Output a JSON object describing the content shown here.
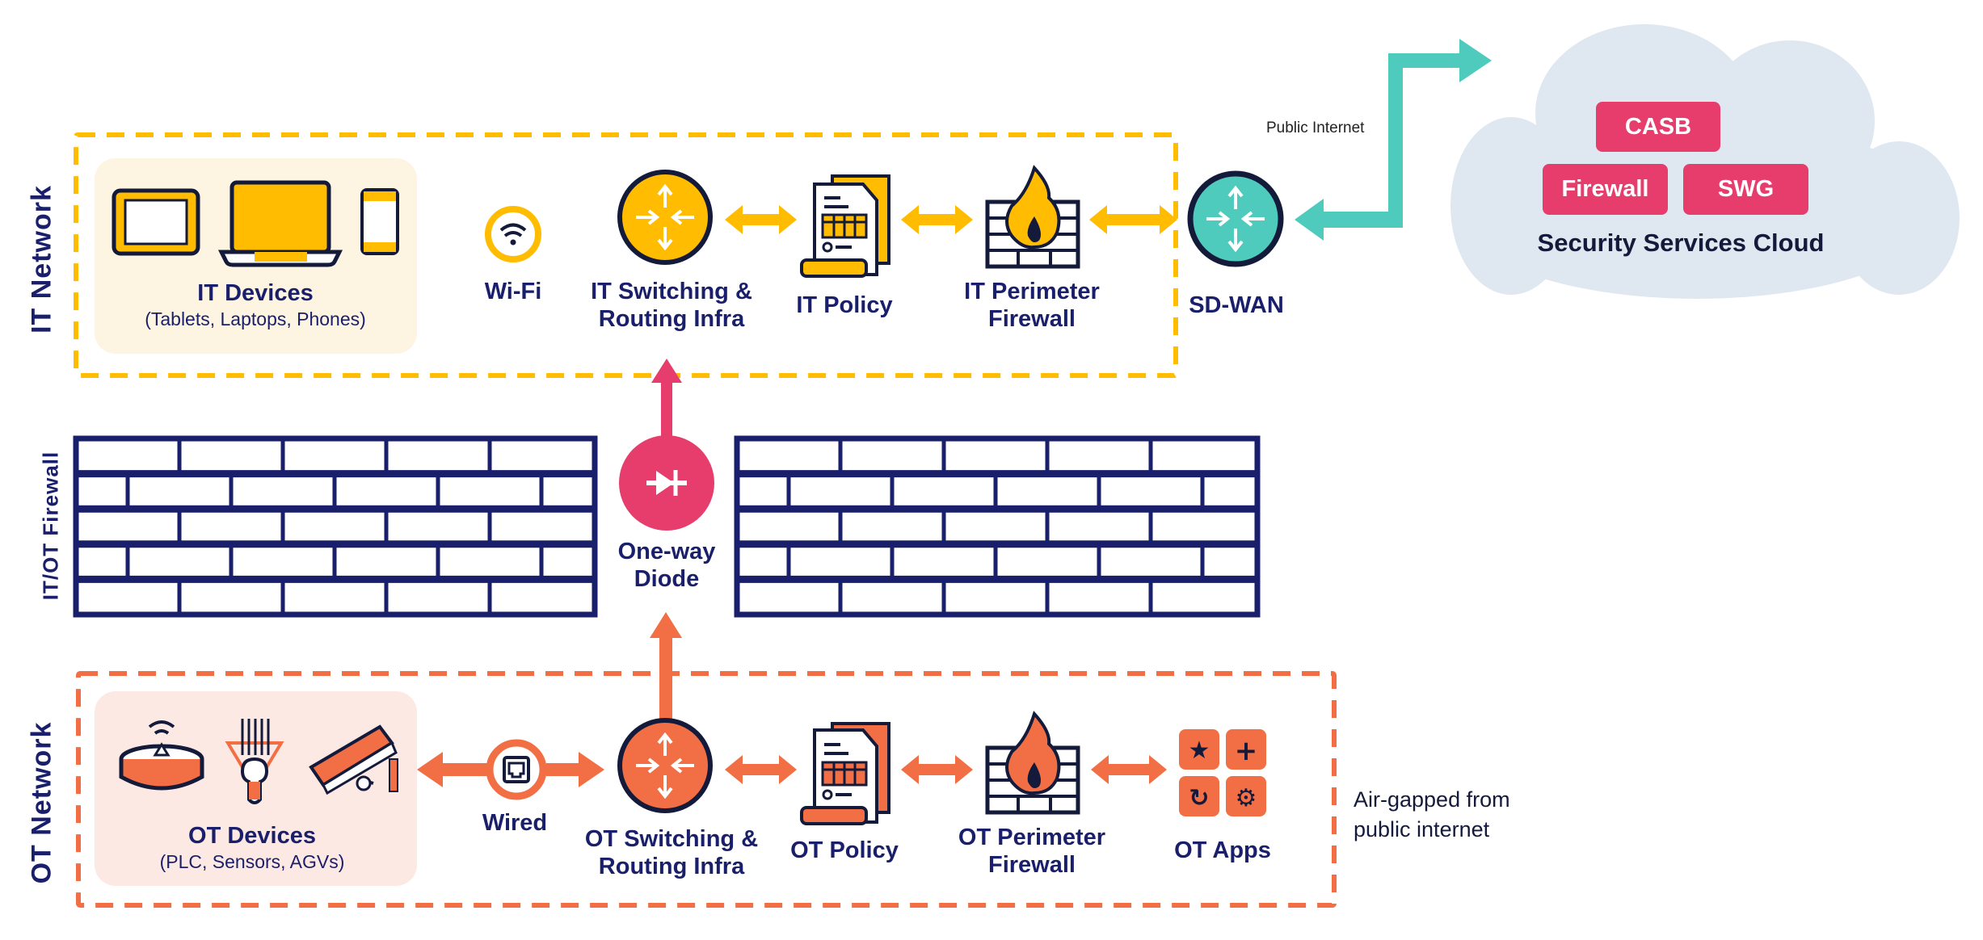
{
  "colors": {
    "navy": "#1a1f6b",
    "it_yellow": "#ffbc00",
    "ot_orange": "#f26f45",
    "diode_pink": "#e63d6d",
    "sdwan_teal": "#4fcbbd",
    "cloud_bg": "#dfe8f1",
    "it_panel_bg": "#fdf4e1",
    "ot_panel_bg": "#fde9e3"
  },
  "zones": {
    "it_network": "IT Network",
    "it_ot_firewall": "IT/OT Firewall",
    "ot_network": "OT Network"
  },
  "it": {
    "devices_title": "IT Devices",
    "devices_sub": "(Tablets, Laptops, Phones)",
    "wifi": "Wi-Fi",
    "switching_line1": "IT Switching &",
    "switching_line2": "Routing Infra",
    "policy": "IT Policy",
    "firewall_line1": "IT Perimeter",
    "firewall_line2": "Firewall",
    "sdwan": "SD-WAN"
  },
  "link": {
    "public_internet": "Public Internet"
  },
  "cloud": {
    "title": "Security Services Cloud",
    "services": [
      "CASB",
      "Firewall",
      "SWG"
    ]
  },
  "diode": {
    "line1": "One-way",
    "line2": "Diode"
  },
  "ot": {
    "devices_title": "OT Devices",
    "devices_sub": "(PLC, Sensors, AGVs)",
    "wired": "Wired",
    "switching_line1": "OT Switching &",
    "switching_line2": "Routing Infra",
    "policy": "OT Policy",
    "firewall_line1": "OT Perimeter",
    "firewall_line2": "Firewall",
    "apps": "OT Apps",
    "note_line1": "Air-gapped from",
    "note_line2": "public internet"
  }
}
